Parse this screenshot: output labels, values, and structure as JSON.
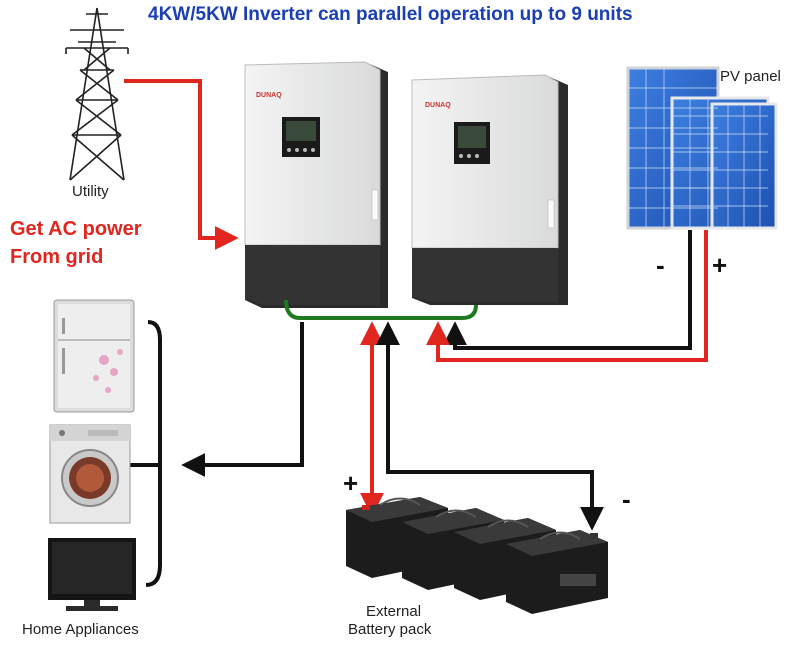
{
  "title": "4KW/5KW Inverter can parallel operation up to 9 units",
  "labels": {
    "utility": "Utility",
    "ac_power_line1": "Get AC power",
    "ac_power_line2": "From grid",
    "pv_panel": "PV panel",
    "home_appliances": "Home Appliances",
    "battery_line1": "External",
    "battery_line2": "Battery pack",
    "pv_minus": "-",
    "pv_plus": "+",
    "battery_plus": "+",
    "battery_minus": "-"
  },
  "inverter_brand": "DUNAQ",
  "colors": {
    "title": "#1a3fb5",
    "positive_wire": "#e0261f",
    "negative_wire": "#111111",
    "parallel_bus": "#1f7a1f",
    "inverter_body": "#e9eaea",
    "inverter_side": "#2b2b2b"
  },
  "icons": [
    "utility-tower-icon",
    "inverter-unit-icon",
    "pv-panel-icon",
    "refrigerator-icon",
    "washing-machine-icon",
    "television-icon",
    "battery-icon"
  ]
}
